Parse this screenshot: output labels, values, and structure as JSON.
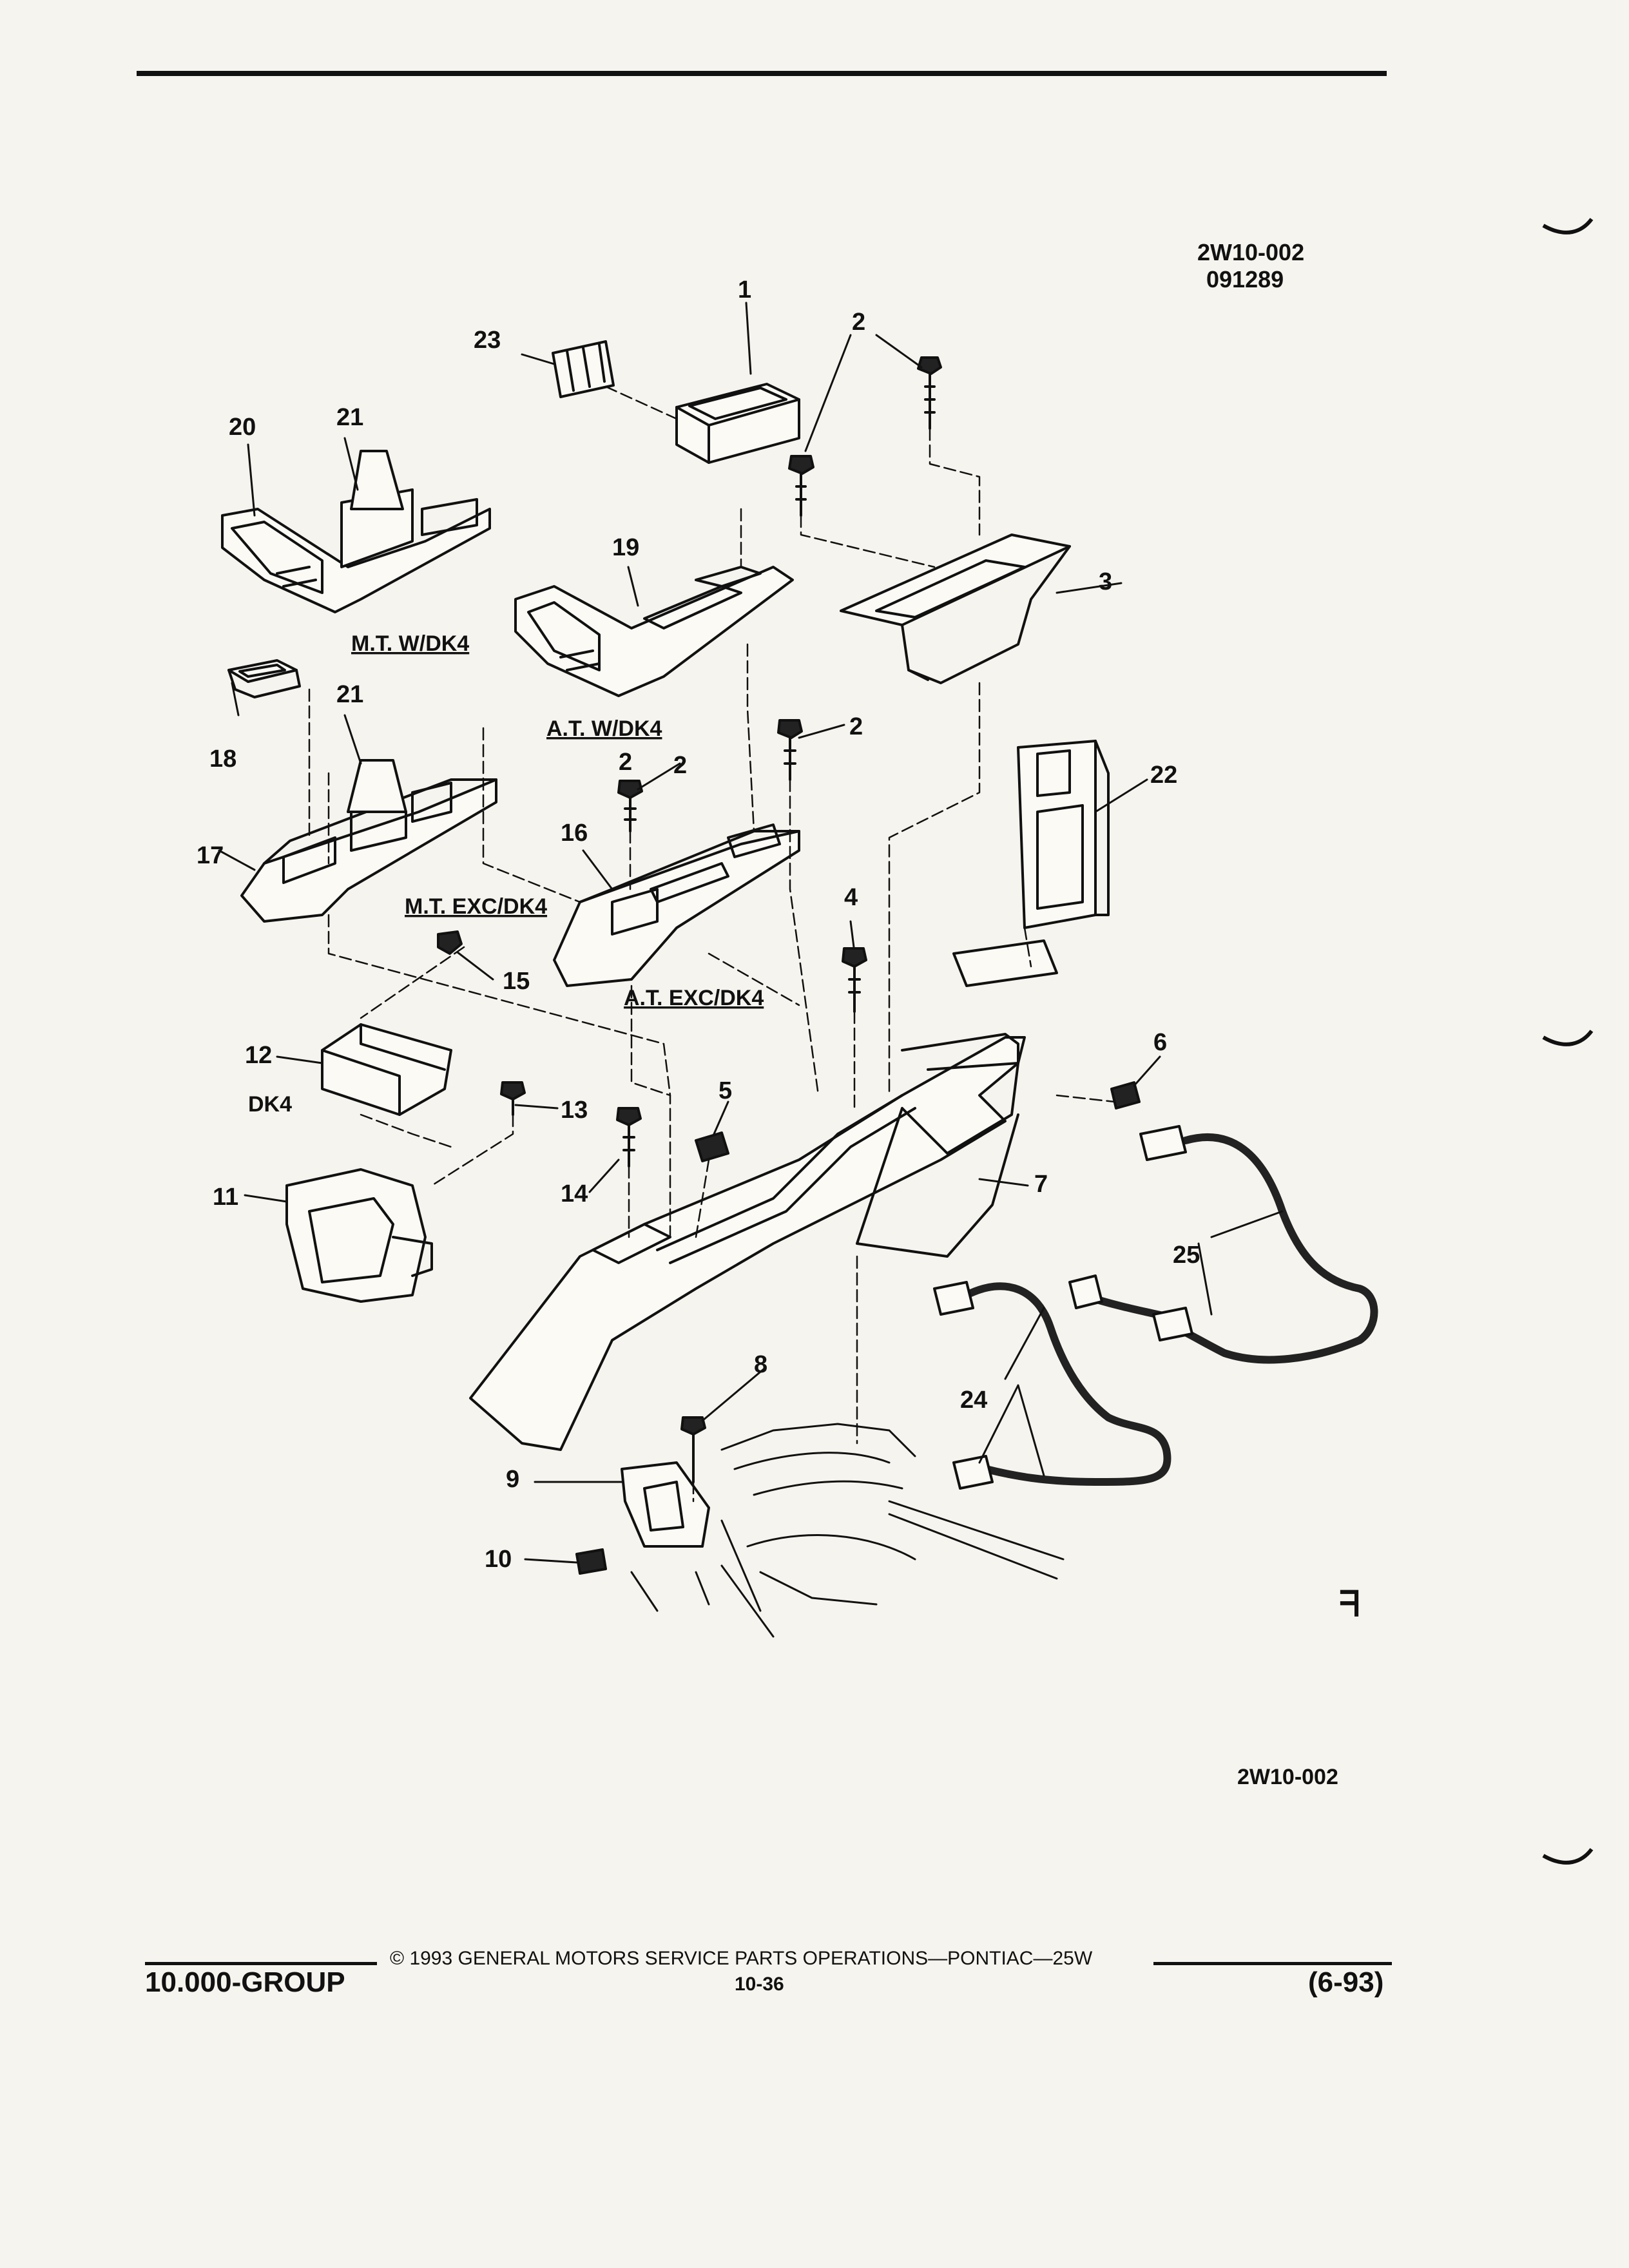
{
  "header": {
    "ref_code": "2W10-002",
    "ref_date": "091289"
  },
  "callouts": [
    "1",
    "2",
    "2",
    "2",
    "2",
    "3",
    "4",
    "5",
    "6",
    "7",
    "8",
    "9",
    "10",
    "11",
    "12",
    "13",
    "14",
    "15",
    "16",
    "17",
    "18",
    "19",
    "20",
    "21",
    "21",
    "22",
    "23",
    "24",
    "25"
  ],
  "variant_labels": {
    "mt_w_dk4": "M.T. W/DK4",
    "at_w_dk4": "A.T. W/DK4",
    "mt_exc_dk4": "M.T. EXC/DK4",
    "at_exc_dk4": "A.T. EXC/DK4",
    "dk4": "DK4"
  },
  "figure_code": "2W10-002",
  "mark_glyph": "ᖷ",
  "footer": {
    "copyright": "© 1993  GENERAL MOTORS SERVICE PARTS OPERATIONS—PONTIAC—25W",
    "group": "10.000-GROUP",
    "page": "10-36",
    "date": "(6-93)"
  }
}
